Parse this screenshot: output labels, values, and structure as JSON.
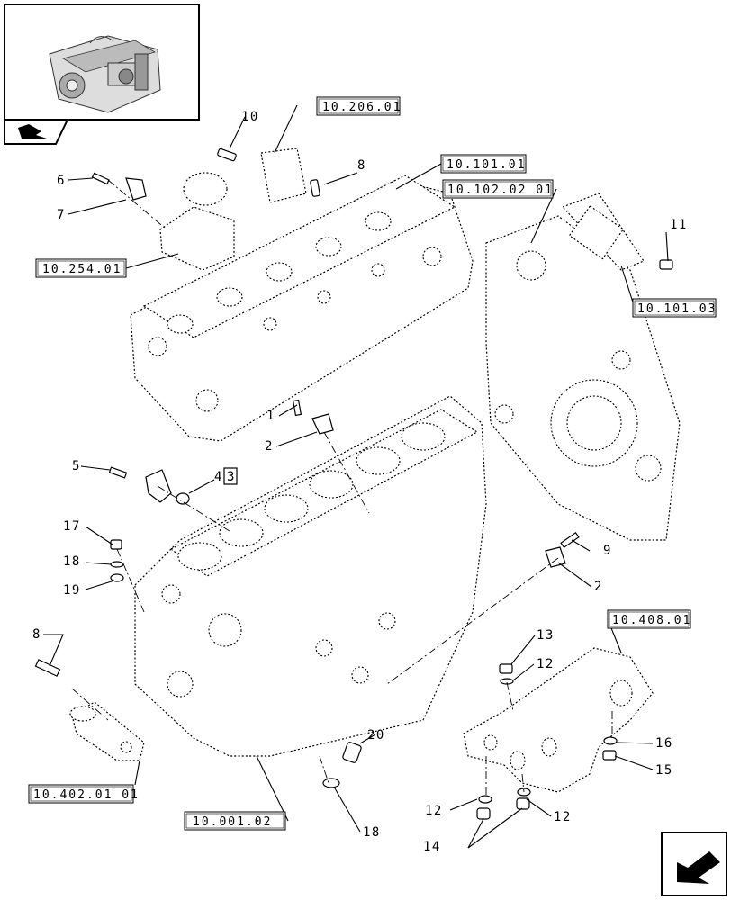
{
  "callouts": {
    "c1": "1",
    "c2a": "2",
    "c2b": "2",
    "c3": "3",
    "c4": "4",
    "c5": "5",
    "c6": "6",
    "c7": "7",
    "c8a": "8",
    "c8b": "8",
    "c9": "9",
    "c10": "10",
    "c11": "11",
    "c12a": "12",
    "c12b": "12",
    "c12c": "12",
    "c13": "13",
    "c14": "14",
    "c15": "15",
    "c16": "16",
    "c17": "17",
    "c18a": "18",
    "c18b": "18",
    "c19": "19",
    "c20": "20"
  },
  "refs": {
    "r1": "10.206.01",
    "r2": "10.101.01",
    "r3": "10.102.02 01",
    "r4": "10.254.01",
    "r5": "10.101.03",
    "r6": "10.408.01",
    "r7": "10.402.01 01",
    "r8": "10.001.02"
  },
  "icons": {
    "thumbnail": "engine-thumbnail-icon",
    "tab": "book-flag-icon",
    "nav": "next-page-arrow-icon"
  }
}
